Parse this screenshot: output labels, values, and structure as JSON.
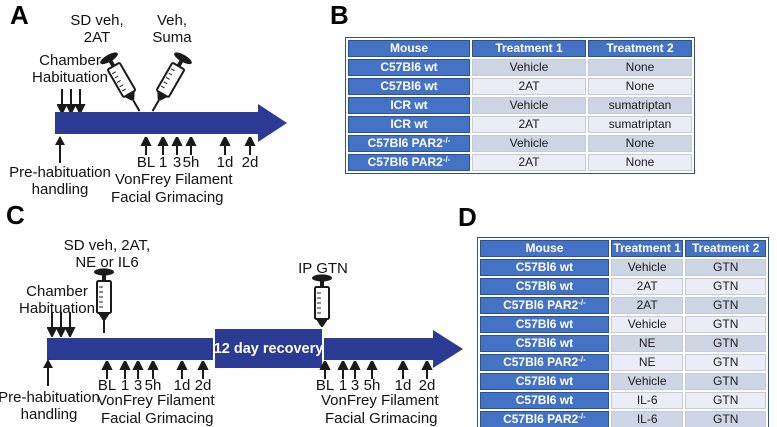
{
  "colors": {
    "timeline_navy": "#2b3a92",
    "table_header_blue": "#4472c4",
    "row_band_dark": "#cdd4e4",
    "row_band_light": "#eaedf5",
    "header_text": "#ffffff",
    "body_text": "#1a1a1a"
  },
  "panel_a": {
    "label": "A",
    "injection1_line1": "SD veh,",
    "injection1_line2": "2AT",
    "injection2_line1": "Veh,",
    "injection2_line2": "Suma",
    "chamber_line1": "Chamber",
    "chamber_line2": "Habituation",
    "prehab_line1": "Pre-habituation",
    "prehab_line2": "handling",
    "ticks": [
      "BL",
      "1",
      "3",
      "5h",
      "1d",
      "2d"
    ],
    "assay_line1": "VonFrey Filament",
    "assay_line2": "Facial Grimacing"
  },
  "panel_b": {
    "label": "B",
    "headers": [
      "Mouse",
      "Treatment 1",
      "Treatment 2"
    ],
    "rows": [
      {
        "mouse": "C57Bl6 wt",
        "sup": "",
        "t1": "Vehicle",
        "t2": "None"
      },
      {
        "mouse": "C57Bl6 wt",
        "sup": "",
        "t1": "2AT",
        "t2": "None"
      },
      {
        "mouse": "ICR wt",
        "sup": "",
        "t1": "Vehicle",
        "t2": "sumatriptan"
      },
      {
        "mouse": "ICR wt",
        "sup": "",
        "t1": "2AT",
        "t2": "sumatriptan"
      },
      {
        "mouse": "C57Bl6 PAR2",
        "sup": "-/-",
        "t1": "Vehicle",
        "t2": "None"
      },
      {
        "mouse": "C57Bl6 PAR2",
        "sup": "-/-",
        "t1": "2AT",
        "t2": "None"
      }
    ]
  },
  "panel_c": {
    "label": "C",
    "injection1_line1": "SD veh, 2AT,",
    "injection1_line2": "NE or IL6",
    "injection2": "IP GTN",
    "recovery": "12 day recovery",
    "chamber_line1": "Chamber",
    "chamber_line2": "Habituation",
    "prehab_line1": "Pre-habituation",
    "prehab_line2": "handling",
    "ticks": [
      "BL",
      "1",
      "3",
      "5h",
      "1d",
      "2d"
    ],
    "assay_line1": "VonFrey Filament",
    "assay_line2": "Facial Grimacing"
  },
  "panel_d": {
    "label": "D",
    "headers": [
      "Mouse",
      "Treatment 1",
      "Treatment 2"
    ],
    "rows": [
      {
        "mouse": "C57Bl6 wt",
        "sup": "",
        "t1": "Vehicle",
        "t2": "GTN"
      },
      {
        "mouse": "C57Bl6 wt",
        "sup": "",
        "t1": "2AT",
        "t2": "GTN"
      },
      {
        "mouse": "C57Bl6 PAR2",
        "sup": "-/-",
        "t1": "2AT",
        "t2": "GTN"
      },
      {
        "mouse": "C57Bl6 wt",
        "sup": "",
        "t1": "Vehicle",
        "t2": "GTN"
      },
      {
        "mouse": "C57Bl6 wt",
        "sup": "",
        "t1": "NE",
        "t2": "GTN"
      },
      {
        "mouse": "C57Bl6 PAR2",
        "sup": "-/-",
        "t1": "NE",
        "t2": "GTN"
      },
      {
        "mouse": "C57Bl6 wt",
        "sup": "",
        "t1": "Vehicle",
        "t2": "GTN"
      },
      {
        "mouse": "C57Bl6 wt",
        "sup": "",
        "t1": "IL-6",
        "t2": "GTN"
      },
      {
        "mouse": "C57Bl6 PAR2",
        "sup": "-/-",
        "t1": "IL-6",
        "t2": "GTN"
      }
    ]
  }
}
